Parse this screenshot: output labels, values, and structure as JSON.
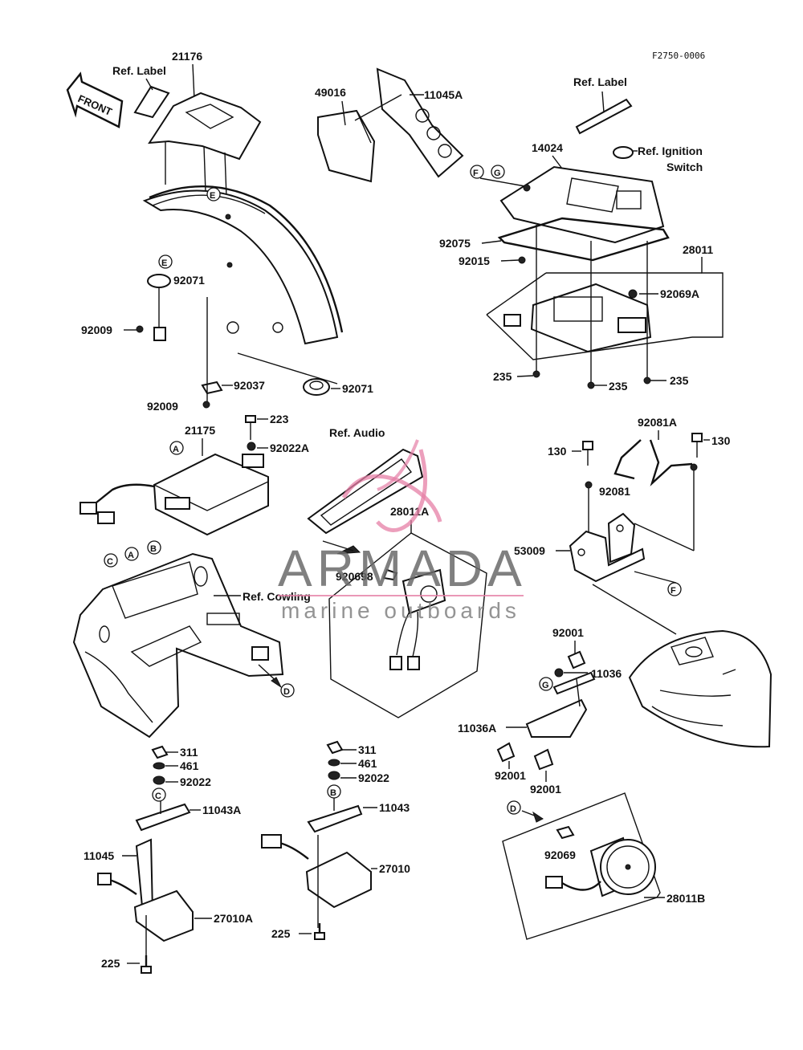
{
  "figure_code": "F2750-0006",
  "front_arrow": "FRONT",
  "watermark": {
    "brand": "ARMADA",
    "tagline": "marine outboards",
    "accent": "#e57fa6"
  },
  "refs": {
    "label_left": "Ref. Label",
    "label_right": "Ref. Label",
    "ignition_1": "Ref. Ignition",
    "ignition_2": "Switch",
    "audio": "Ref. Audio",
    "cowling": "Ref. Cowling"
  },
  "callouts": [
    "A",
    "B",
    "C",
    "D",
    "E",
    "F",
    "G"
  ],
  "parts": {
    "p21176": "21176",
    "p49016": "49016",
    "p11045A": "11045A",
    "p14024": "14024",
    "p92075": "92075",
    "p92015": "92015",
    "p28011": "28011",
    "p92069A": "92069A",
    "p235": "235",
    "p92071": "92071",
    "p92009": "92009",
    "p92037": "92037",
    "p21175": "21175",
    "p223": "223",
    "p92022A": "92022A",
    "p28011A": "28011A",
    "p920698": "920698",
    "p130": "130",
    "p92081A": "92081A",
    "p92081": "92081",
    "p53009": "53009",
    "p92001": "92001",
    "p11036": "11036",
    "p11036A": "11036A",
    "p311": "311",
    "p461": "461",
    "p92022": "92022",
    "p11043A": "11043A",
    "p11043": "11043",
    "p11045": "11045",
    "p27010A": "27010A",
    "p27010": "27010",
    "p225": "225",
    "p92069": "92069",
    "p28011B": "28011B"
  }
}
